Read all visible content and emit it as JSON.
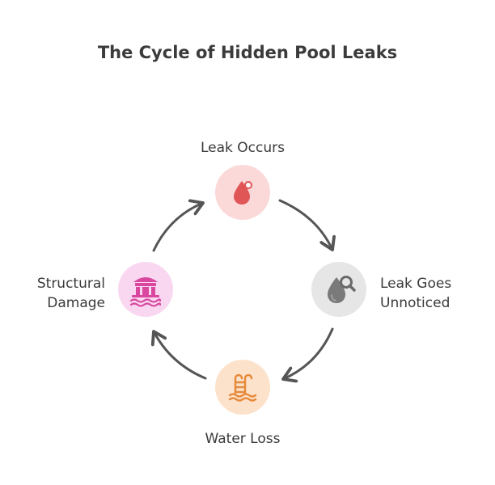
{
  "title": "The Cycle of Hidden Pool Leaks",
  "steps": [
    {
      "label": "Leak Occurs",
      "icon": "water-drop-icon",
      "bg": "#fbd9d9",
      "color": "#e05656"
    },
    {
      "label_line1": "Leak Goes",
      "label_line2": "Unnoticed",
      "icon": "drop-magnifier-icon",
      "bg": "#e6e6e6",
      "color": "#777777"
    },
    {
      "label": "Water Loss",
      "icon": "pool-ladder-icon",
      "bg": "#fde2cb",
      "color": "#e68a3c"
    },
    {
      "label_line1": "Structural",
      "label_line2": "Damage",
      "icon": "damaged-house-icon",
      "bg": "#f9d7f1",
      "color": "#d9479f"
    }
  ],
  "arrow_color": "#555555"
}
